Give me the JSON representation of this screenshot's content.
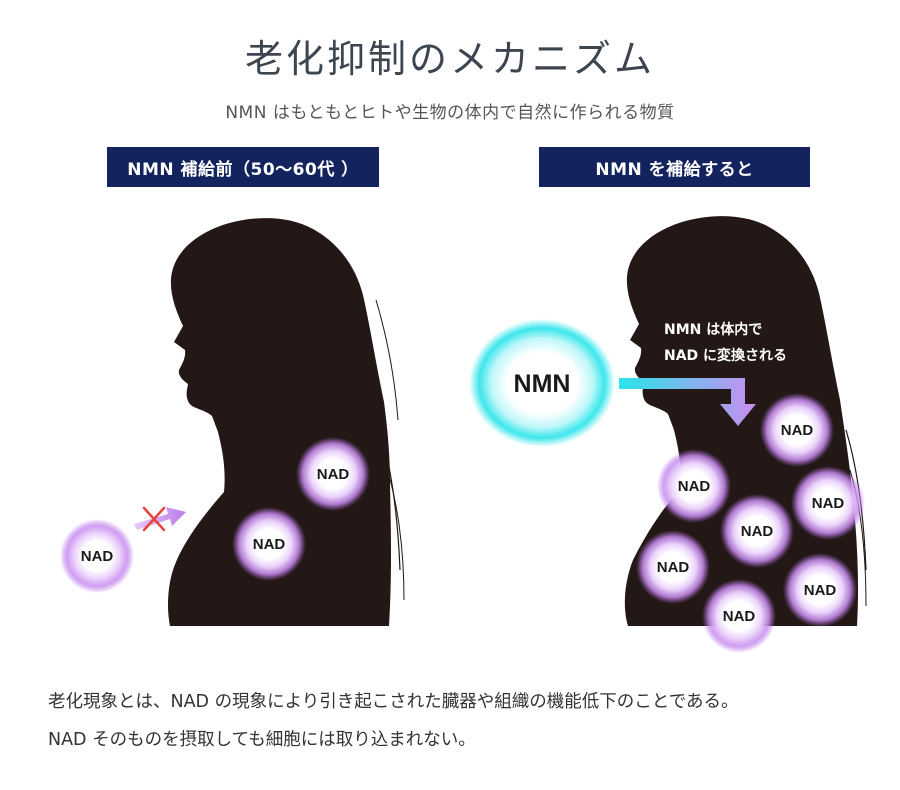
{
  "header": {
    "title": "老化抑制のメカニズム",
    "subtitle": "NMN はもともとヒトや生物の体内で自然に作られる物質"
  },
  "panels": {
    "before": {
      "label": "NMN 補給前（50〜60代 ）"
    },
    "after": {
      "label": "NMN を補給すると"
    }
  },
  "molecules": {
    "nad": "NAD",
    "nmn": "NMN"
  },
  "annotation": {
    "line1": "NMN は体内で",
    "line2": "NAD に変換される"
  },
  "footer": {
    "line1": "老化現象とは、NAD の現象により引き起こされた臓器や組織の機能低下のことである。",
    "line2": "NAD そのものを摂取しても細胞には取り込まれない。"
  },
  "colors": {
    "panel_label_bg": "#13235e",
    "silhouette": "#231815",
    "nad_glow": "#c98df0",
    "nmn_glow": "#29e4ea",
    "blocked_mark": "#e8423e"
  }
}
